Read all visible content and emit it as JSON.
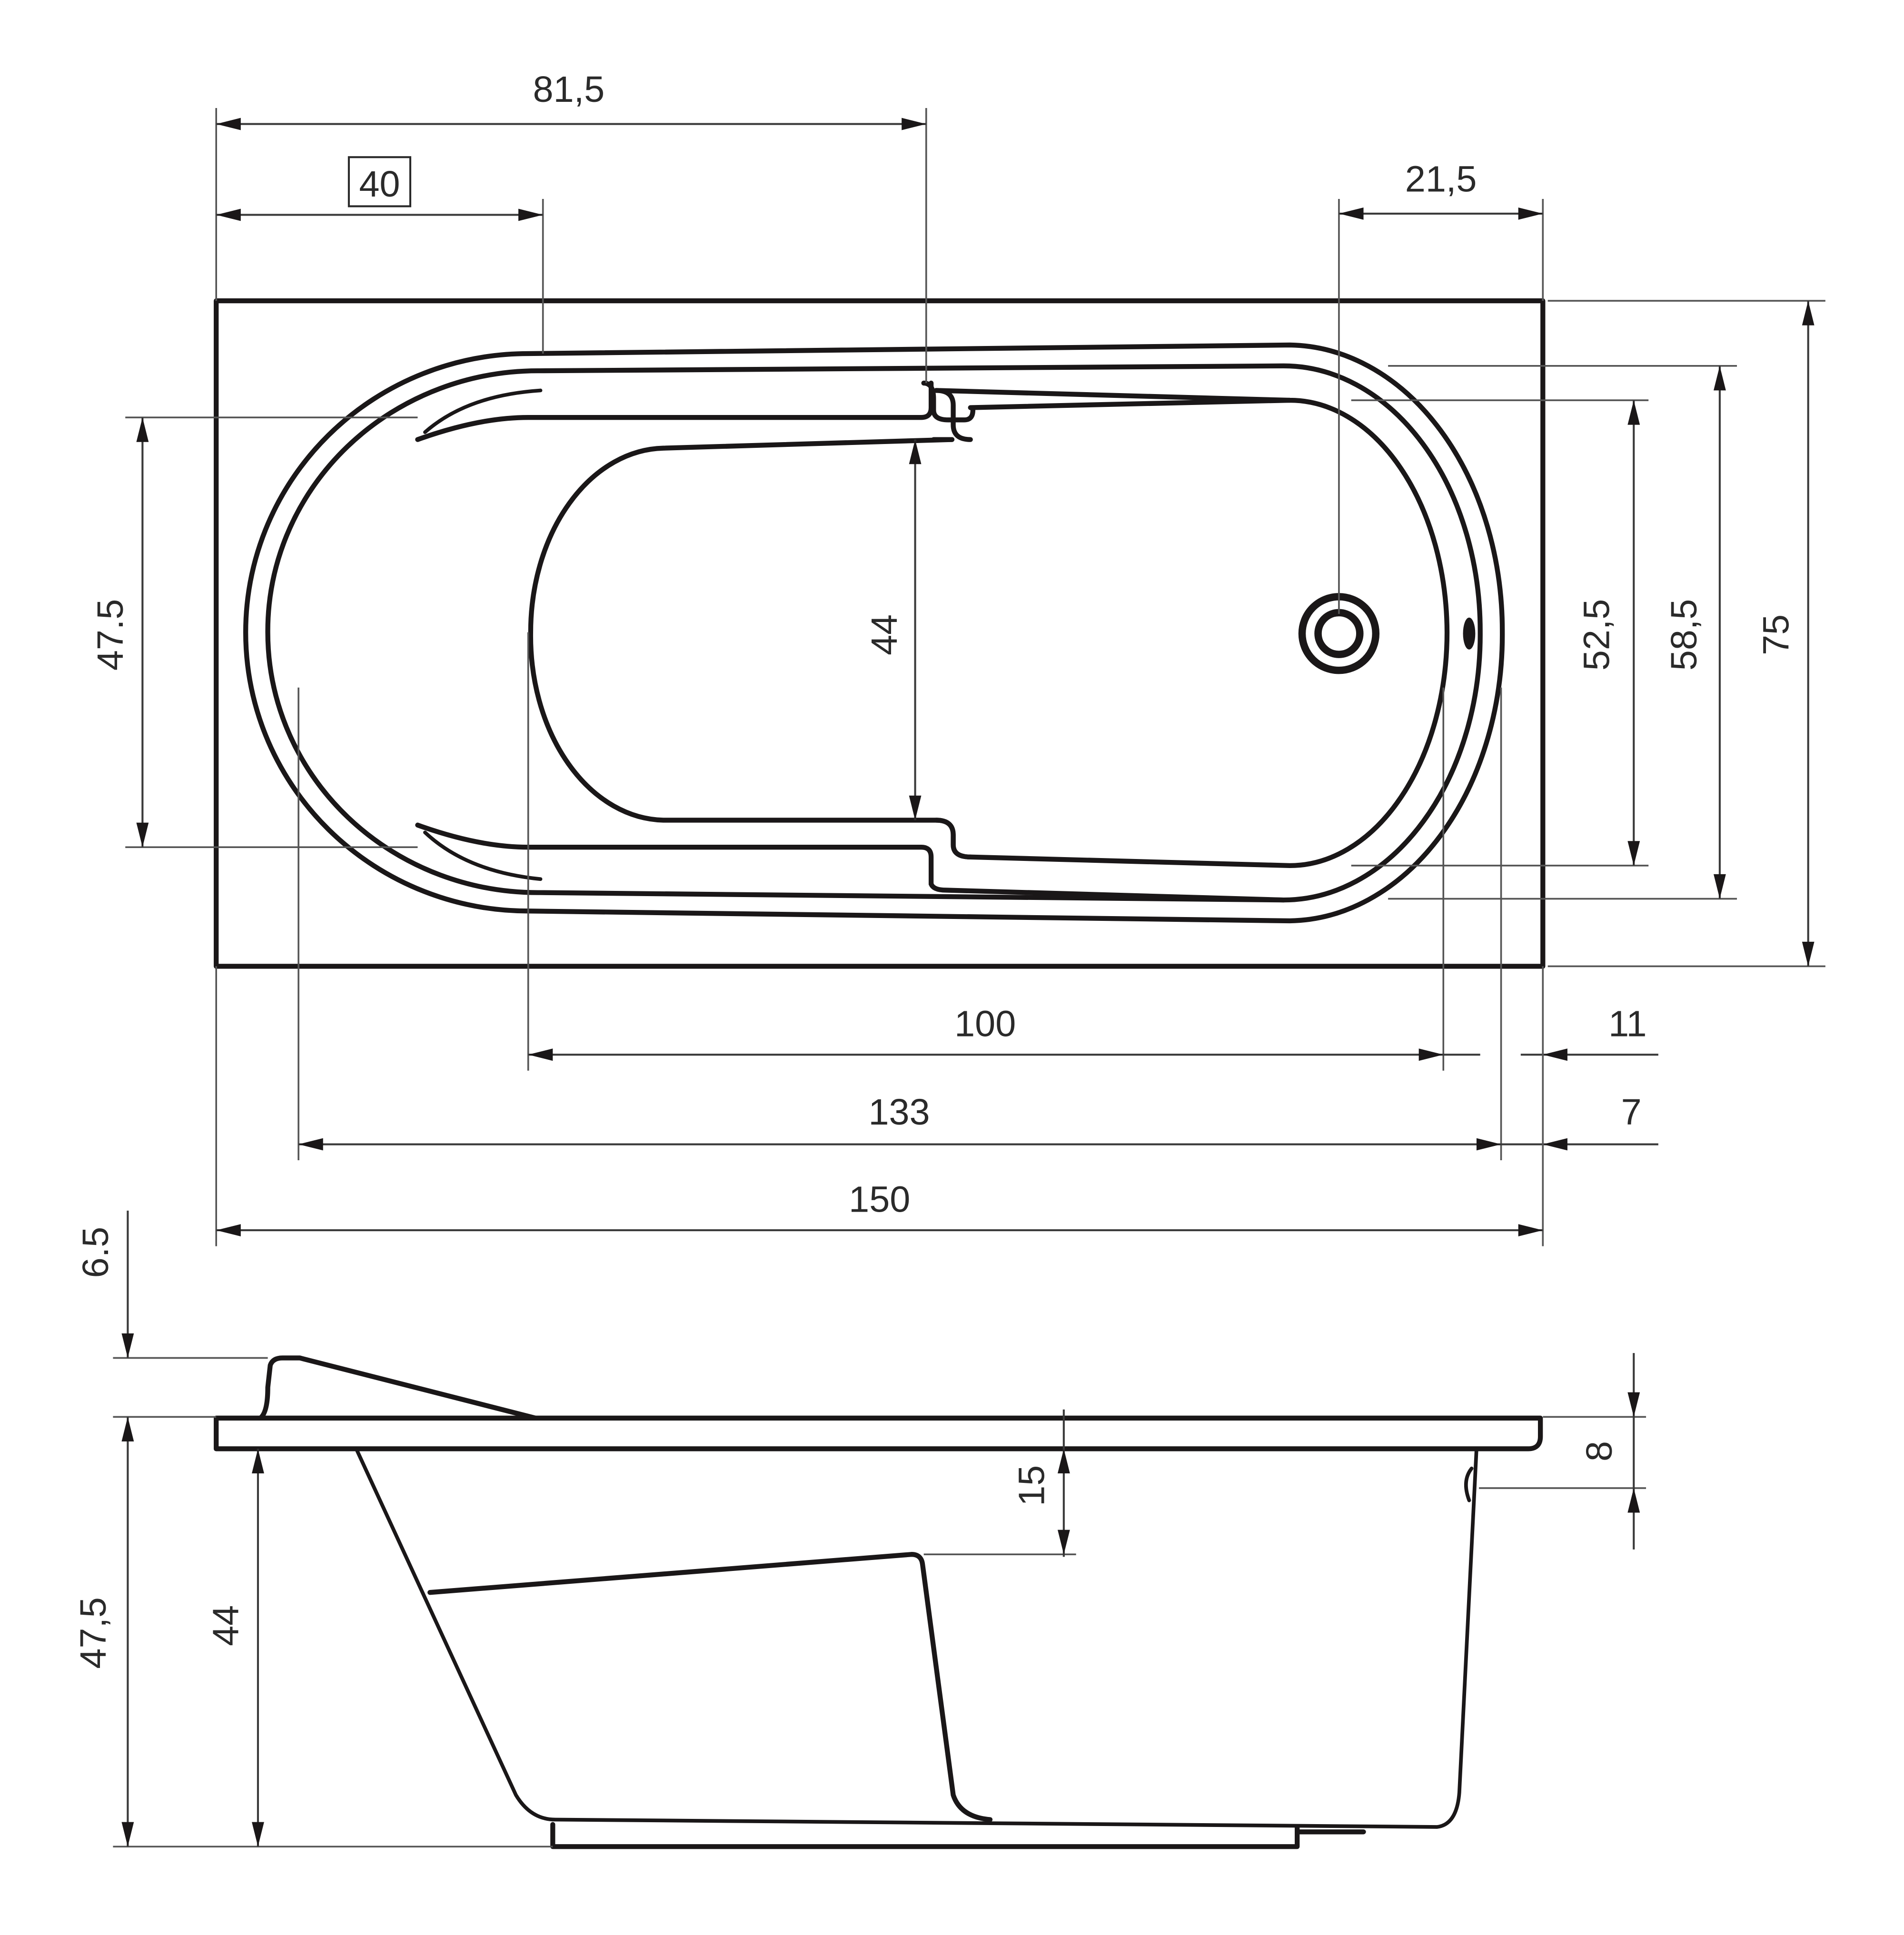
{
  "drawing": {
    "title": "Bathtub technical drawing (plan and side view)",
    "units": "cm",
    "colors": {
      "line": "#1a1718",
      "dimension": "#3a3a3a",
      "background": "#ffffff"
    }
  },
  "plan_view": {
    "dimensions": {
      "headrest_to_seat_step": "81,5",
      "headrest_depth_boxed": "40",
      "drain_offset_from_end": "21,5",
      "inner_width_left": "47.5",
      "seat_width": "44",
      "inner_width_52": "52,5",
      "inner_width_58": "58,5",
      "overall_width": "75",
      "inner_length_bottom": "100",
      "inner_length_rim": "133",
      "overall_length": "150",
      "end_offset_11": "11",
      "end_offset_7": "7"
    },
    "features": [
      "drain-outlet",
      "overflow",
      "seat-step",
      "armrest-grooves"
    ]
  },
  "side_view": {
    "dimensions": {
      "headrest_height": "6.5",
      "overall_depth": "47,5",
      "inner_depth": "44",
      "seat_depth_from_rim": "15",
      "overflow_height": "8"
    },
    "features": [
      "headrest",
      "rim",
      "inclined-backrest",
      "seat-step",
      "base-plate"
    ]
  }
}
